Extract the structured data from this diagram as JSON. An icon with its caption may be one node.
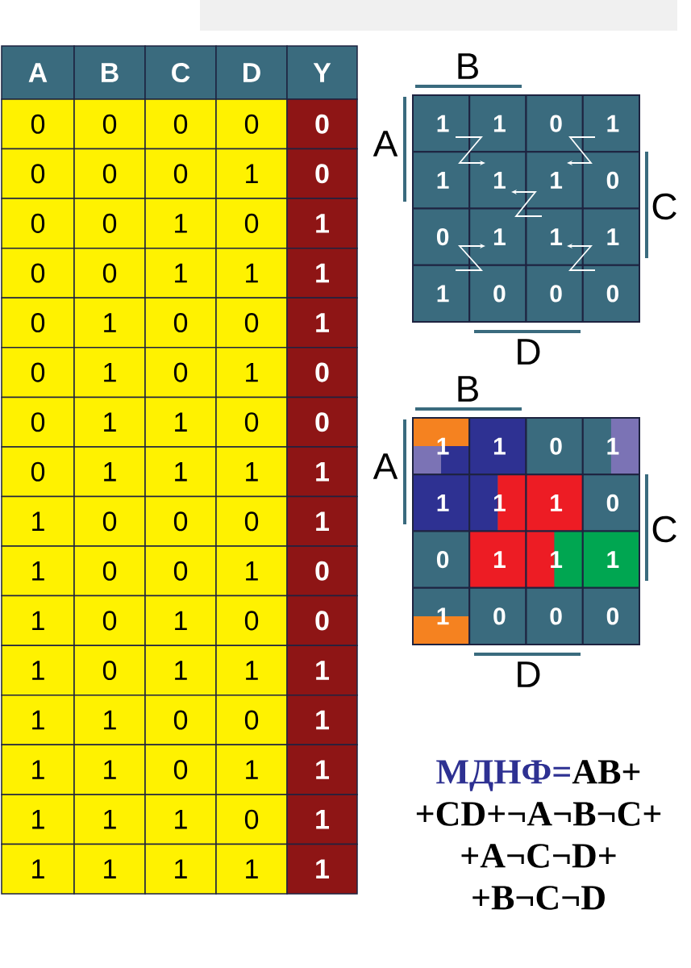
{
  "diagram": {
    "labels": [
      "A",
      "B",
      "C",
      "D",
      "Y",
      "0",
      "0",
      "0",
      "0",
      "0",
      "0",
      "0",
      "0",
      "1",
      "0",
      "0",
      "0",
      "1",
      "0",
      "1",
      "0",
      "0",
      "1",
      "1",
      "1",
      "0",
      "1",
      "0",
      "0",
      "1",
      "0",
      "1",
      "0",
      "1",
      "0",
      "0",
      "1",
      "1",
      "0",
      "0",
      "0",
      "1",
      "1",
      "1",
      "1",
      "1",
      "0",
      "0",
      "0",
      "1",
      "1",
      "0",
      "0",
      "1",
      "0",
      "1",
      "0",
      "1",
      "0",
      "0",
      "1",
      "0",
      "1",
      "1",
      "1",
      "1",
      "1",
      "0",
      "0",
      "1",
      "1",
      "1",
      "0",
      "1",
      "1",
      "1",
      "1",
      "1",
      "0",
      "1",
      "1",
      "1",
      "1",
      "1",
      "1",
      "B",
      "A",
      "C",
      "D",
      "1",
      "1",
      "0",
      "1",
      "1",
      "1",
      "1",
      "0",
      "0",
      "1",
      "1",
      "1",
      "1",
      "0",
      "0",
      "0",
      "B",
      "A",
      "C",
      "D",
      "1",
      "1",
      "0",
      "1",
      "1",
      "1",
      "1",
      "0",
      "0",
      "1",
      "1",
      "1",
      "1",
      "0",
      "0",
      "0",
      "МДНФ=",
      "AB+ +CD+¬A¬B¬C+ +A¬C¬D+ +B¬C¬D"
    ]
  }
}
